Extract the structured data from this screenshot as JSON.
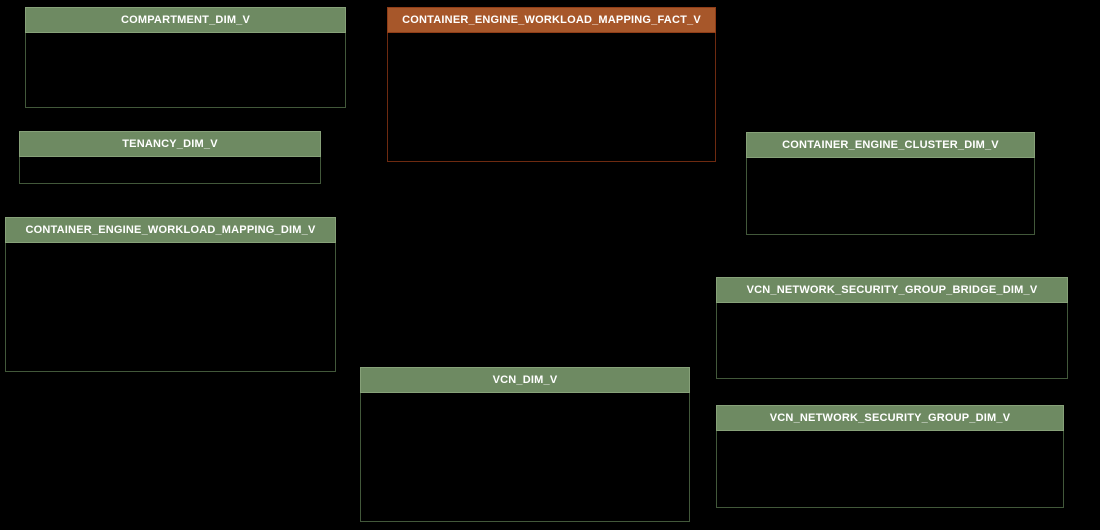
{
  "diagram": {
    "kind": "database-er-diagram",
    "background_color": "#000000",
    "colors": {
      "dimension_header_fill": "#6e8a62",
      "dimension_header_border": "#87a179",
      "dimension_body_border": "#42583a",
      "fact_header_fill": "#a7572a",
      "fact_header_border": "#8f3d18",
      "fact_body_border": "#6e2a10",
      "title_text": "#ffffff",
      "body_fill": "#000000"
    },
    "tables": [
      {
        "name": "COMPARTMENT_DIM_V",
        "type": "dimension"
      },
      {
        "name": "CONTAINER_ENGINE_WORKLOAD_MAPPING_FACT_V",
        "type": "fact"
      },
      {
        "name": "TENANCY_DIM_V",
        "type": "dimension"
      },
      {
        "name": "CONTAINER_ENGINE_CLUSTER_DIM_V",
        "type": "dimension"
      },
      {
        "name": "CONTAINER_ENGINE_WORKLOAD_MAPPING_DIM_V",
        "type": "dimension"
      },
      {
        "name": "VCN_NETWORK_SECURITY_GROUP_BRIDGE_DIM_V",
        "type": "dimension"
      },
      {
        "name": "VCN_DIM_V",
        "type": "dimension"
      },
      {
        "name": "VCN_NETWORK_SECURITY_GROUP_DIM_V",
        "type": "dimension"
      }
    ]
  }
}
